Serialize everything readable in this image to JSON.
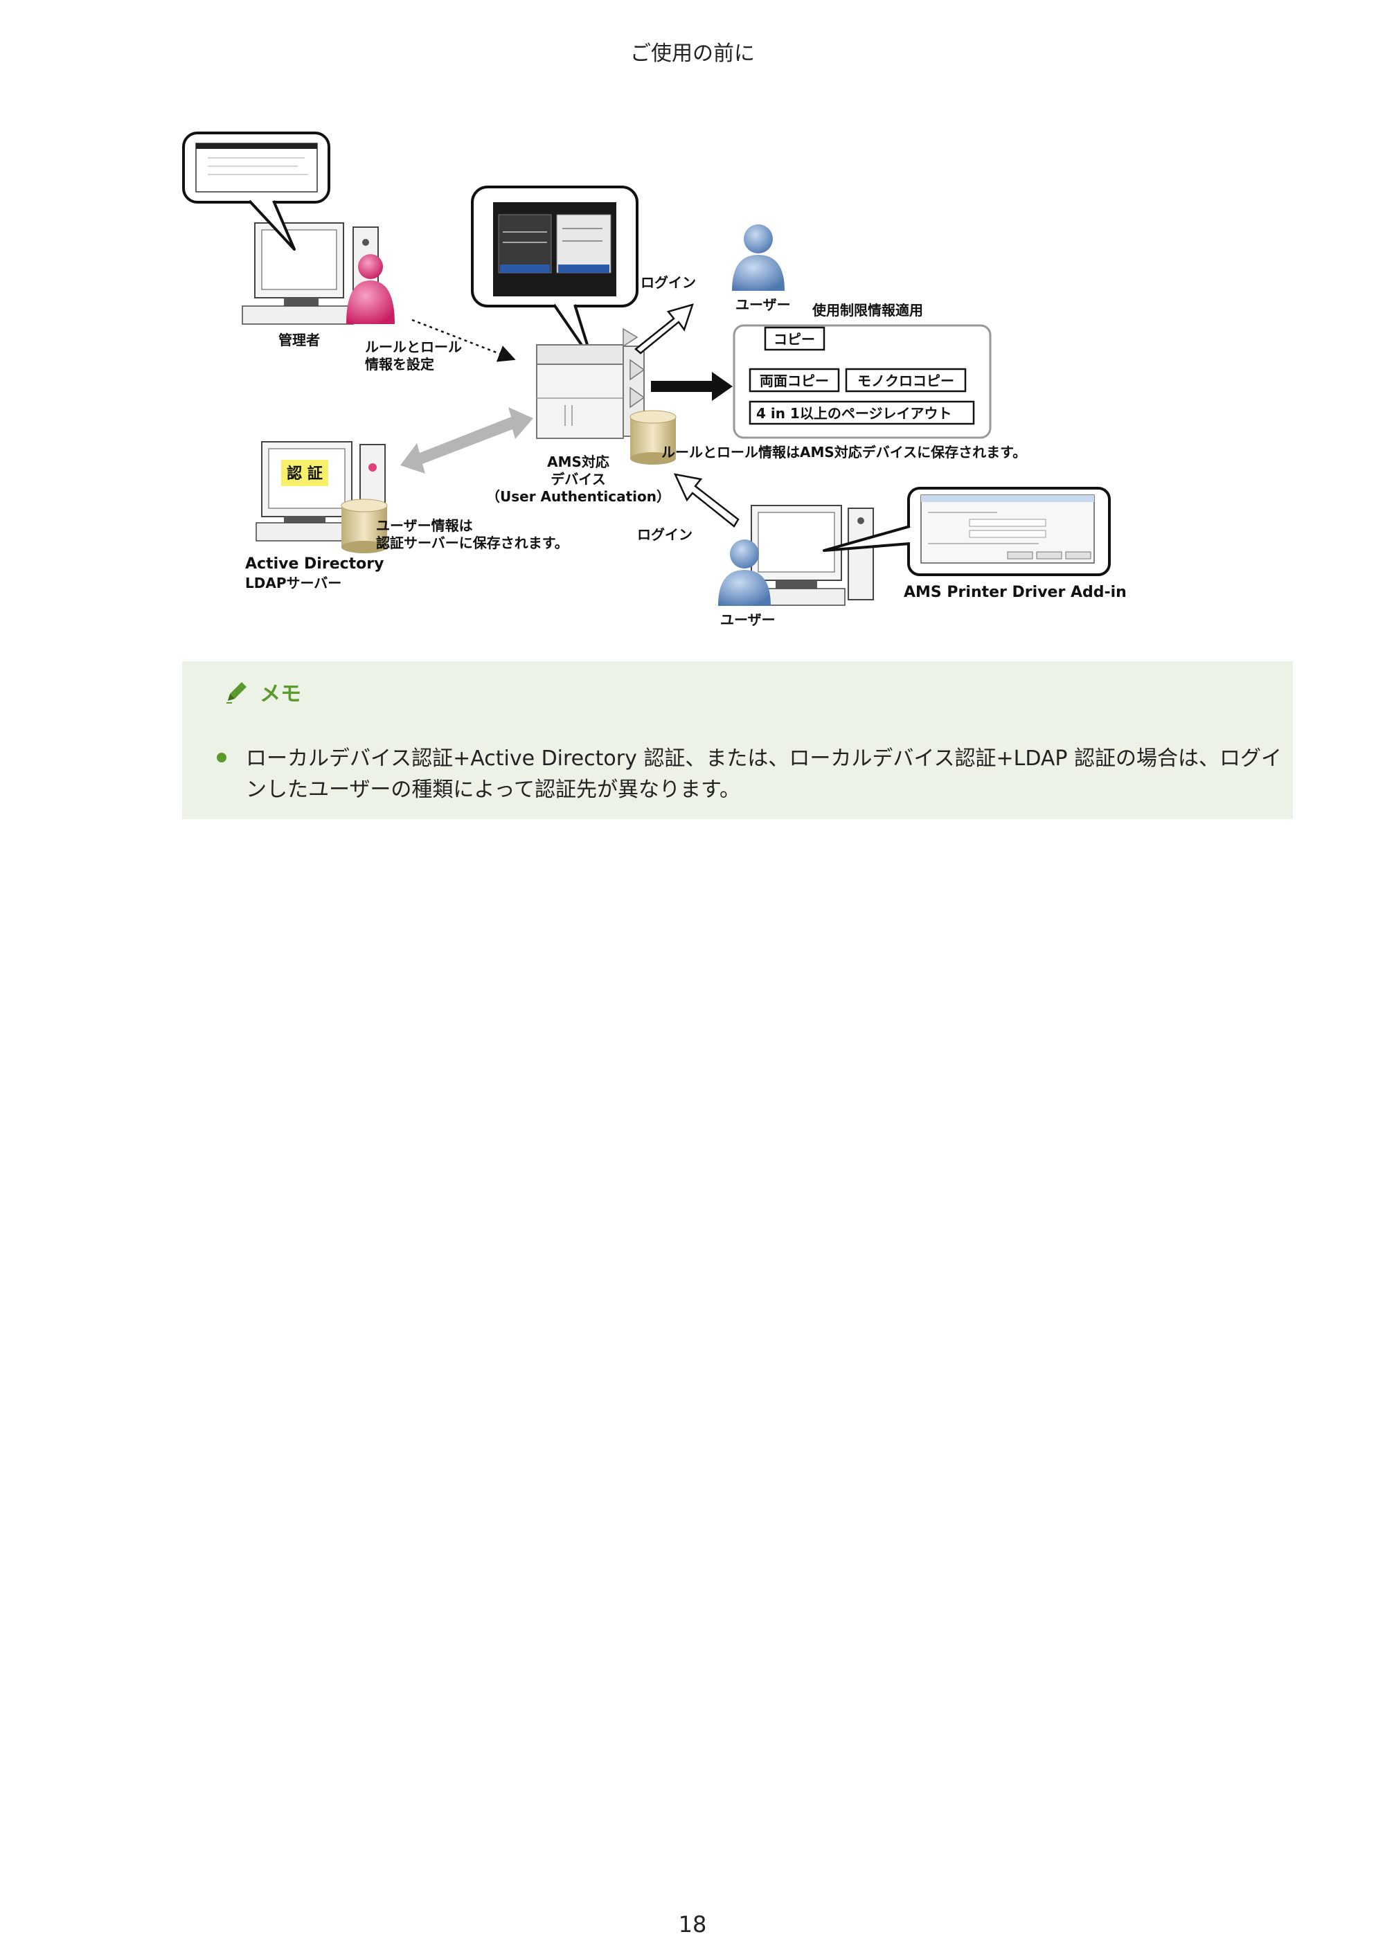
{
  "header": {
    "title": "ご使用の前に"
  },
  "diagram": {
    "admin_label": "管理者",
    "rule_setting_line1": "ルールとロール",
    "rule_setting_line2": "情報を設定",
    "login_top": "ログイン",
    "user_top": "ユーザー",
    "restriction_title": "使用制限情報適用",
    "copy_box": "コピー",
    "duplex_copy_box": "両面コピー",
    "mono_copy_box": "モノクロコピー",
    "layout_box": "4 in 1以上のページレイアウト",
    "device_line1": "AMS対応",
    "device_line2": "デバイス",
    "device_line3": "（User Authentication）",
    "device_storage_note": "ルールとロール情報はAMS対応デバイスに保存されます。",
    "auth_badge": "認 証",
    "user_info_line1": "ユーザー情報は",
    "user_info_line2": "認証サーバーに保存されます。",
    "ad_label": "Active Directory",
    "ldap_label": "LDAPサーバー",
    "login_bottom": "ログイン",
    "user_bottom": "ユーザー",
    "driver_addin_label": "AMS Printer Driver Add-in"
  },
  "note": {
    "title": "メモ",
    "bullet": "ローカルデバイス認証+Active Directory 認証、または、ローカルデバイス認証+LDAP 認証の場合は、ログインしたユーザーの種類によって認証先が異なります。"
  },
  "footer": {
    "page_number": "18"
  },
  "colors": {
    "accent_green": "#5a9a2a",
    "note_bg": "#ecf2e6",
    "admin_pink": "#e0407a",
    "user_blue": "#6f95c8"
  }
}
